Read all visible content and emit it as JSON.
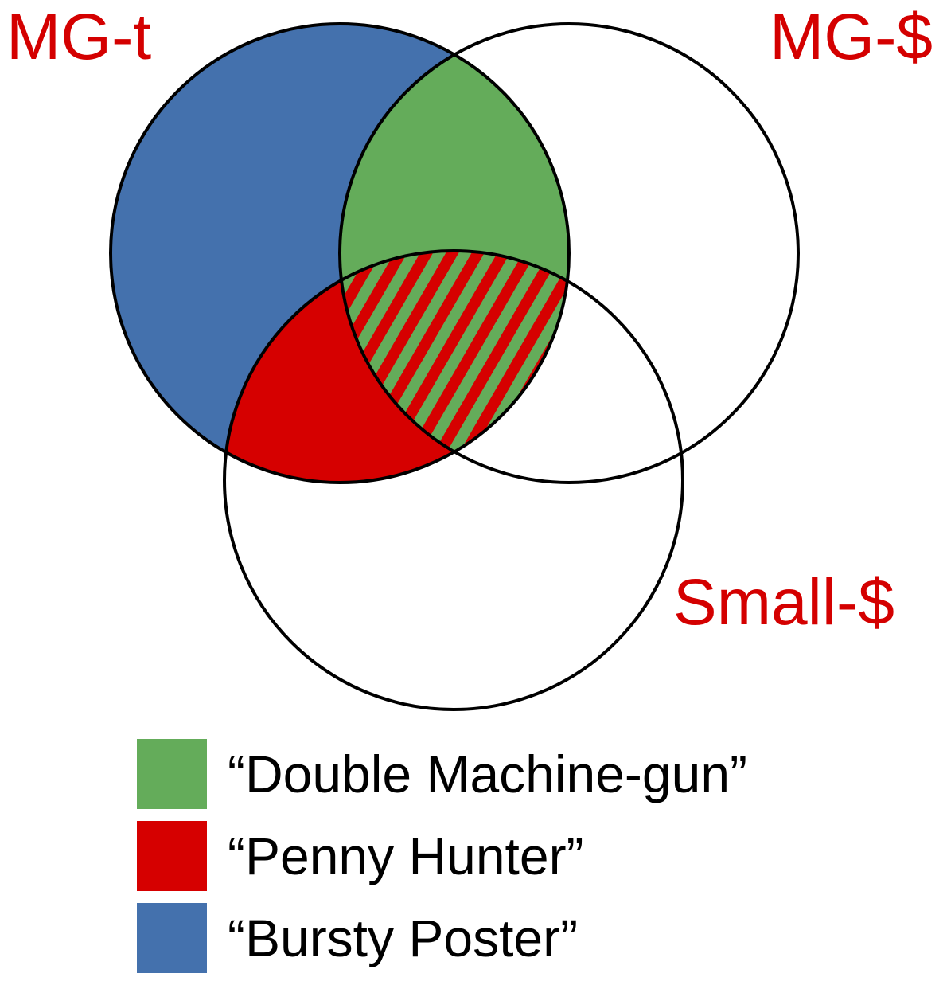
{
  "sets": [
    {
      "label": "MG-t"
    },
    {
      "label": "MG-$"
    },
    {
      "label": "Small-$"
    }
  ],
  "legend": [
    {
      "label": "“Double Machine-gun”",
      "color": "#64ac5a"
    },
    {
      "label": "“Penny Hunter”",
      "color": "#d60000"
    },
    {
      "label": "“Bursty Poster”",
      "color": "#4471ad"
    }
  ],
  "colors": {
    "bursty_poster": "#4471ad",
    "double_machine_gun": "#64ac5a",
    "penny_hunter": "#d60000",
    "set_label": "#d40000",
    "outline": "#000000"
  },
  "regions": {
    "MG-t only": "Bursty Poster",
    "MG-t and MG-$": "Double Machine-gun",
    "MG-t and Small-$": "Penny Hunter",
    "MG-t and MG-$ and Small-$": "Double Machine-gun / Penny Hunter (striped)"
  }
}
